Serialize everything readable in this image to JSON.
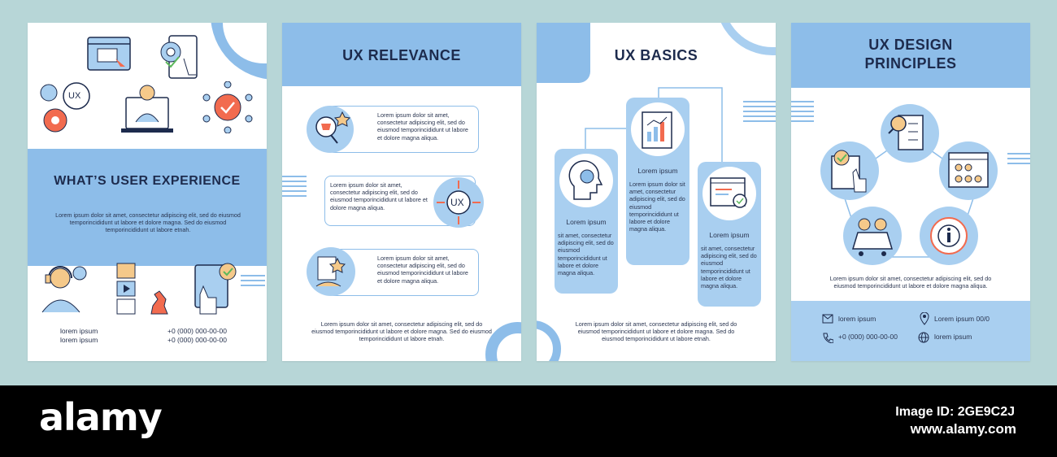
{
  "page1": {
    "title": "WHAT’S USER EXPERIENCE",
    "body": "Lorem ipsum dolor sit amet, consectetur adipiscing elit, sed do eiusmod temporincididunt ut labore et dolore magna. Sed do eiusmod temporincididunt ut labore etnah.",
    "contact_left_1": "lorem ipsum",
    "contact_left_2": "lorem ipsum",
    "contact_right_1": "+0 (000) 000-00-00",
    "contact_right_2": "+0 (000) 000-00-00",
    "ux_badge": "UX"
  },
  "page2": {
    "title": "UX RELEVANCE",
    "item_text": "Lorem ipsum dolor sit amet, consectetur adipiscing elit, sed do eiusmod temporincididunt ut labore et dolore magna aliqua.",
    "ux_badge": "UX",
    "footer": "Lorem ipsum dolor sit amet, consectetur adipiscing elit, sed do eiusmod temporincididunt ut labore et dolore magna. Sed do eiusmod temporincididunt ut labore etnah."
  },
  "page3": {
    "title": "UX BASICS",
    "col_heading": "Lorem ipsum",
    "col_text": "sit amet, consectetur adipiscing elit, sed do eiusmod temporincididunt ut labore et dolore magna aliqua.",
    "col_text_mid": "Lorem ipsum dolor sit amet, consectetur adipiscing elit, sed do eiusmod temporincididunt ut labore et dolore magna aliqua.",
    "footer": "Lorem ipsum dolor sit amet, consectetur adipiscing elit, sed do eiusmod temporincididunt ut labore et dolore magna. Sed do eiusmod temporincididunt ut labore etnah."
  },
  "page4": {
    "title_line1": "UX DESIGN",
    "title_line2": "PRINCIPLES",
    "body": "Lorem ipsum dolor sit amet, consectetur adipiscing elit, sed do eiusmod temporincididunt ut labore et dolore magna aliqua.",
    "contact_email": "lorem ipsum",
    "contact_location": "Lorem ipsum 00/0",
    "contact_phone": "+0 (000) 000-00-00",
    "contact_web": "lorem ipsum"
  },
  "watermark": {
    "logo": "alamy",
    "image_id": "Image ID: 2GE9C2J",
    "url": "www.alamy.com"
  },
  "colors": {
    "accent_blue": "#8dbde9",
    "light_blue": "#a9cff0",
    "navy": "#1d2b4d",
    "bg": "#b7d6d7"
  }
}
